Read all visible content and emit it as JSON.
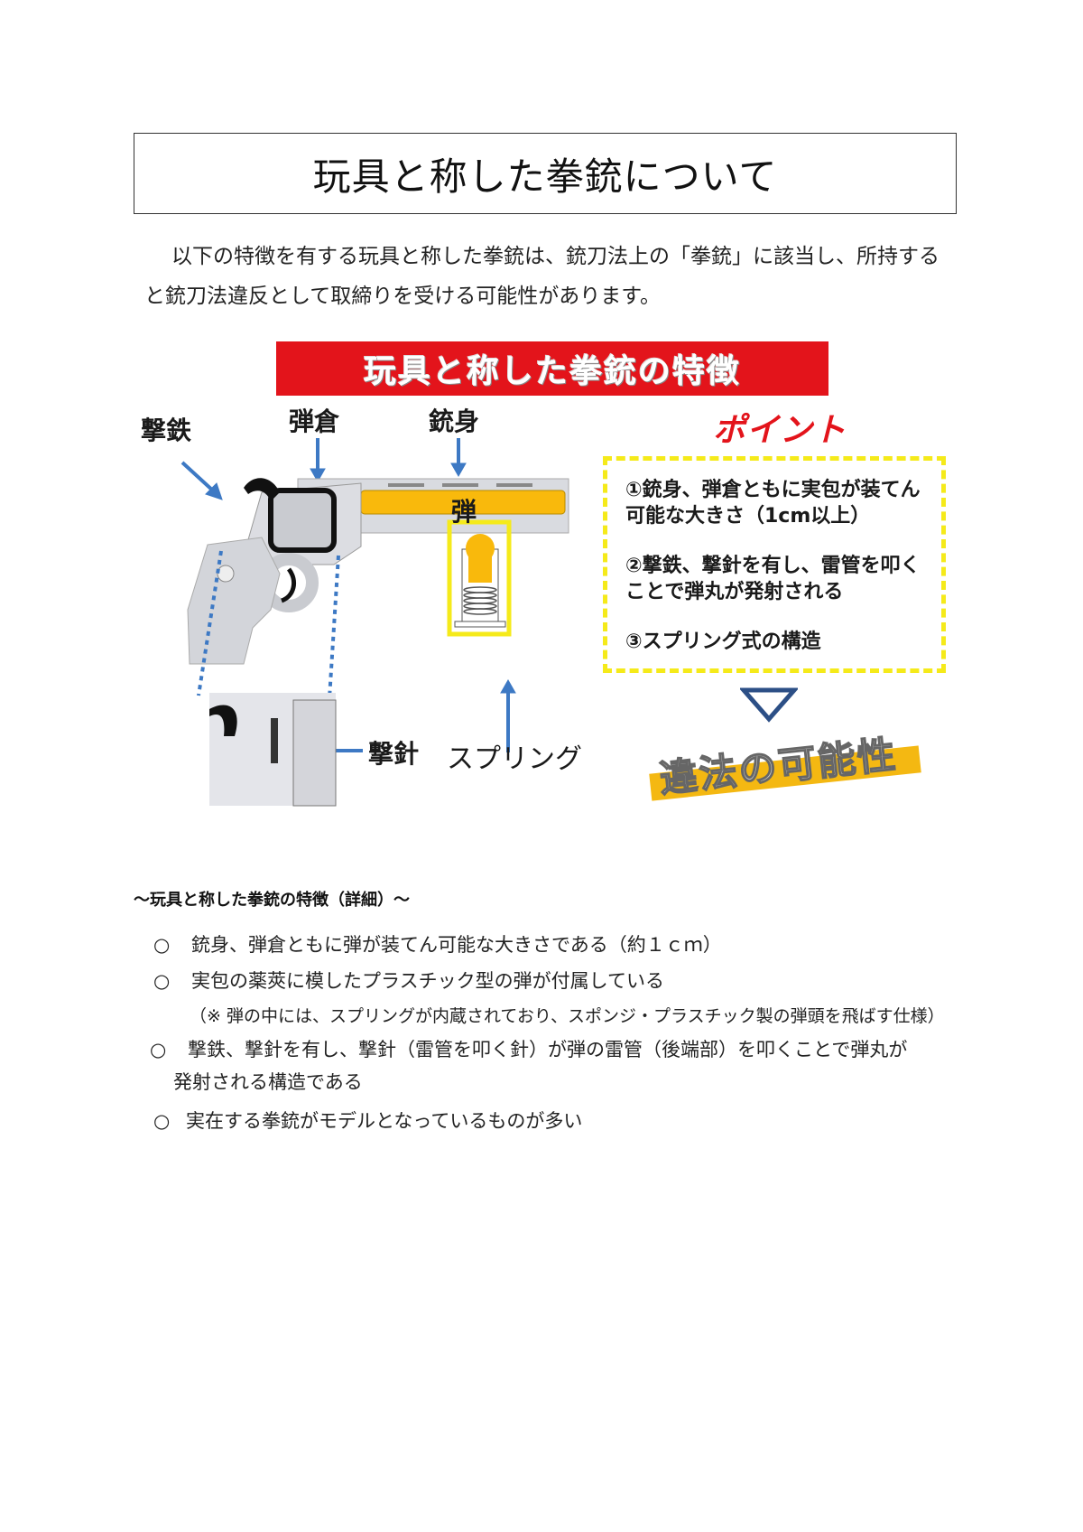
{
  "title": "玩具と称した拳銃について",
  "intro": "以下の特徴を有する玩具と称した拳銃は、銃刀法上の「拳銃」に該当し、所持すると銃刀法違反として取締りを受ける可能性があります。",
  "figure": {
    "banner": "玩具と称した拳銃の特徴",
    "labels": {
      "hammer": "撃鉄",
      "cylinder": "弾倉",
      "barrel": "銃身",
      "bullet": "弾",
      "firing_pin": "撃針",
      "spring": "スプリング"
    },
    "point_title": "ポイント",
    "points": [
      {
        "num": "①",
        "hl": [
          "銃身",
          "弾倉"
        ],
        "text": "①銃身、弾倉ともに実包が装てん可能な大きさ（1cm以上）"
      },
      {
        "num": "②",
        "hl": [
          "撃鉄",
          "撃針"
        ],
        "text": "②撃鉄、撃針を有し、雷管を叩くことで弾丸が発射される"
      },
      {
        "num": "③",
        "hl": [
          "スプリング"
        ],
        "text": "③スプリング式の構造"
      }
    ],
    "conclusion": "違法の可能性",
    "colors": {
      "banner_red": "#e3141b",
      "highlight_yellow": "#f5ea1a",
      "barrel_orange": "#f9b90c",
      "arrow_blue": "#3d79c4",
      "stripe_orange": "#f4b812",
      "triangle_navy": "#2c4f86"
    }
  },
  "details": {
    "heading": "～玩具と称した拳銃の特徴（詳細）～",
    "items": [
      {
        "bullet": "○",
        "text": "銃身、弾倉ともに弾が装てん可能な大きさである（約１ｃｍ）"
      },
      {
        "bullet": "○",
        "text": "実包の薬莢に模したプラスチック型の弾が付属している"
      },
      {
        "bullet": "",
        "text": "（※ 弾の中には、スプリングが内蔵されており、スポンジ・プラスチック製の弾頭を飛ばす仕様）"
      },
      {
        "bullet": "○",
        "text": "撃鉄、撃針を有し、撃針（雷管を叩く針）が弾の雷管（後端部）を叩くことで弾丸が"
      },
      {
        "bullet": "",
        "text": "発射される構造である"
      },
      {
        "bullet": "○",
        "text": "実在する拳銃がモデルとなっているものが多い"
      }
    ]
  }
}
